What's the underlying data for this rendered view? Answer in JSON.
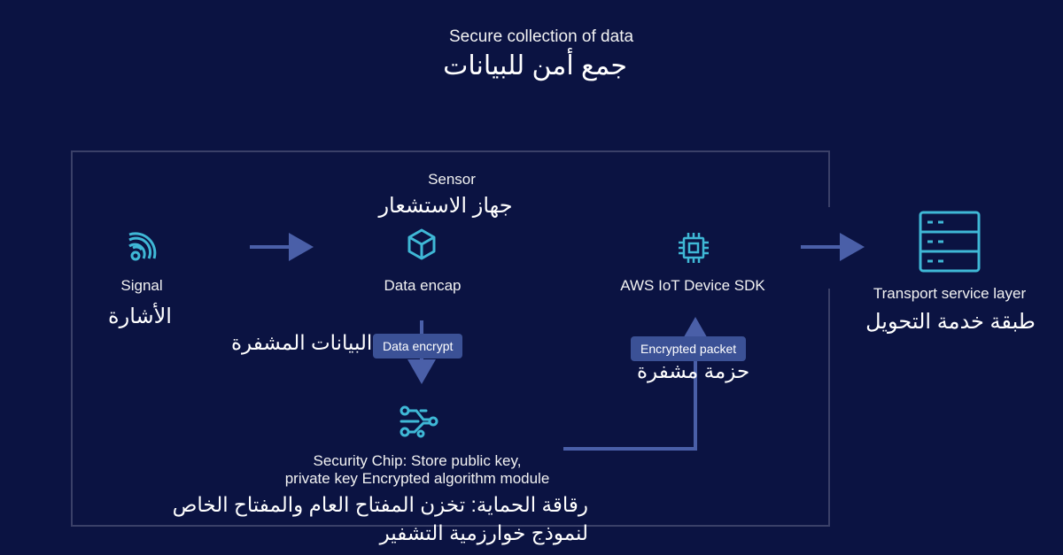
{
  "title": {
    "en": "Secure collection of data",
    "ar": "جمع أمن للبيانات"
  },
  "nodes": {
    "signal": {
      "en": "Signal",
      "ar": "الأشارة",
      "icon": "wireless-signal-icon"
    },
    "sensor": {
      "en": "Sensor",
      "ar": "جهاز الاستشعار"
    },
    "data_encap": {
      "en": "Data encap",
      "icon": "cube-icon"
    },
    "sdk": {
      "en": "AWS IoT Device SDK",
      "icon": "chip-icon"
    },
    "transport": {
      "en": "Transport service layer",
      "ar": "طبقة خدمة التحويل",
      "icon": "server-icon"
    },
    "security_chip": {
      "en_line1": "Security Chip: Store public key,",
      "en_line2": "private key Encrypted algorithm module",
      "ar_line1": "رقاقة الحماية: تخزن المفتاح العام والمفتاح الخاص",
      "ar_line2": "لنموذج خوارزمية التشفير",
      "icon": "circuit-nodes-icon"
    }
  },
  "edges": {
    "data_encrypt": {
      "label": "Data encrypt",
      "ar": "البيانات المشفرة"
    },
    "encrypted_packet": {
      "label": "Encrypted packet",
      "ar": "حزمة مشفرة"
    }
  },
  "colors": {
    "background": "#0b1342",
    "accent": "#3fb8d6",
    "arrow": "#4a5fa8",
    "pill": "#3b5196",
    "frame": "#3a4068"
  }
}
